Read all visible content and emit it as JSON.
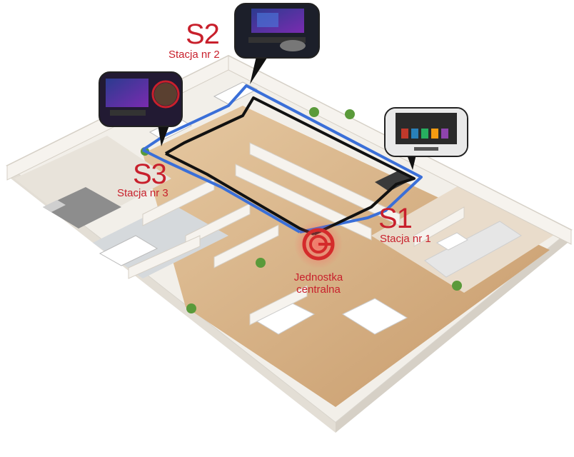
{
  "stations": [
    {
      "code": "S1",
      "name": "Stacja nr 1"
    },
    {
      "code": "S2",
      "name": "Stacja nr 2"
    },
    {
      "code": "S3",
      "name": "Stacja nr 3"
    }
  ],
  "central_unit": {
    "line1": "Jednostka",
    "line2": "centralna"
  },
  "colors": {
    "accent": "#c8202c",
    "blue_link": "#3a6fd8",
    "black_link": "#111111",
    "floor": "#d9b48a",
    "wall": "#f4f1ec"
  },
  "icons": [
    "central-unit-logo-icon",
    "gaming-monitor-icon",
    "tv-screen-icon"
  ]
}
